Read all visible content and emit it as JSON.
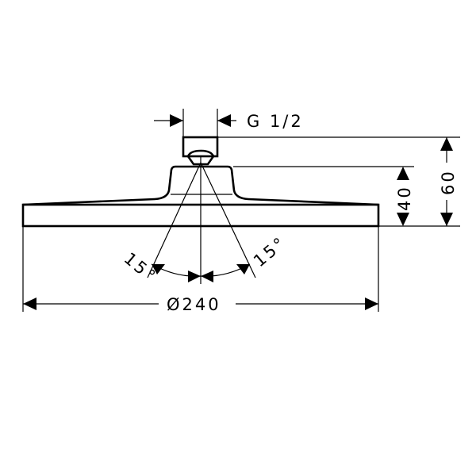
{
  "drawing": {
    "thread_label": "G 1/2",
    "total_height_label": "60",
    "body_height_label": "40",
    "diameter_label": "Ø240",
    "angle_left_label": "15°",
    "angle_right_label": "15°",
    "line_color": "#000000",
    "background_color": "#ffffff"
  }
}
